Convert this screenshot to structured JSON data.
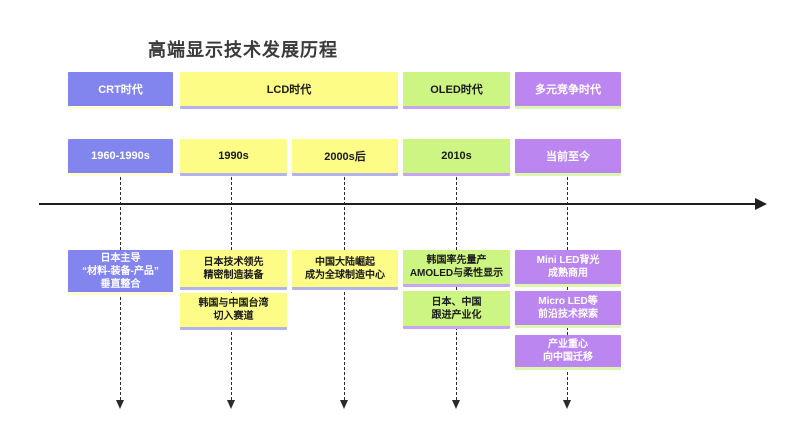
{
  "title": "高端显示技术发展历程",
  "colors": {
    "purple": "#8285ee",
    "yellow": "#fcfc86",
    "green": "#cdf584",
    "violet": "#bb86ef",
    "purple_shadow": "#ffffd2",
    "yellow_shadow": "#b2b2ec",
    "green_shadow": "#c9a5f1",
    "violet_shadow": "#dcf6ae",
    "axis": "#1f1f1f",
    "title_text": "#3a3a3a"
  },
  "era_row": [
    {
      "label": "CRT时代"
    },
    {
      "label": "LCD时代"
    },
    {
      "label": "OLED时代"
    },
    {
      "label": "多元竞争时代"
    }
  ],
  "period_row": [
    {
      "label": "1960-1990s"
    },
    {
      "label": "1990s"
    },
    {
      "label": "2000s后"
    },
    {
      "label": "2010s"
    },
    {
      "label": "当前至今"
    }
  ],
  "notes": {
    "col1": [
      "日本主导\n“材料-装备-产品”\n垂直整合"
    ],
    "col2": [
      "日本技术领先\n精密制造装备",
      "韩国与中国台湾\n切入赛道"
    ],
    "col3": [
      "中国大陆崛起\n成为全球制造中心"
    ],
    "col4": [
      "韩国率先量产\nAMOLED与柔性显示",
      "日本、中国\n跟进产业化"
    ],
    "col5": [
      "Mini LED背光\n成熟商用",
      "Micro LED等\n前沿技术探索",
      "产业重心\n向中国迁移"
    ]
  }
}
